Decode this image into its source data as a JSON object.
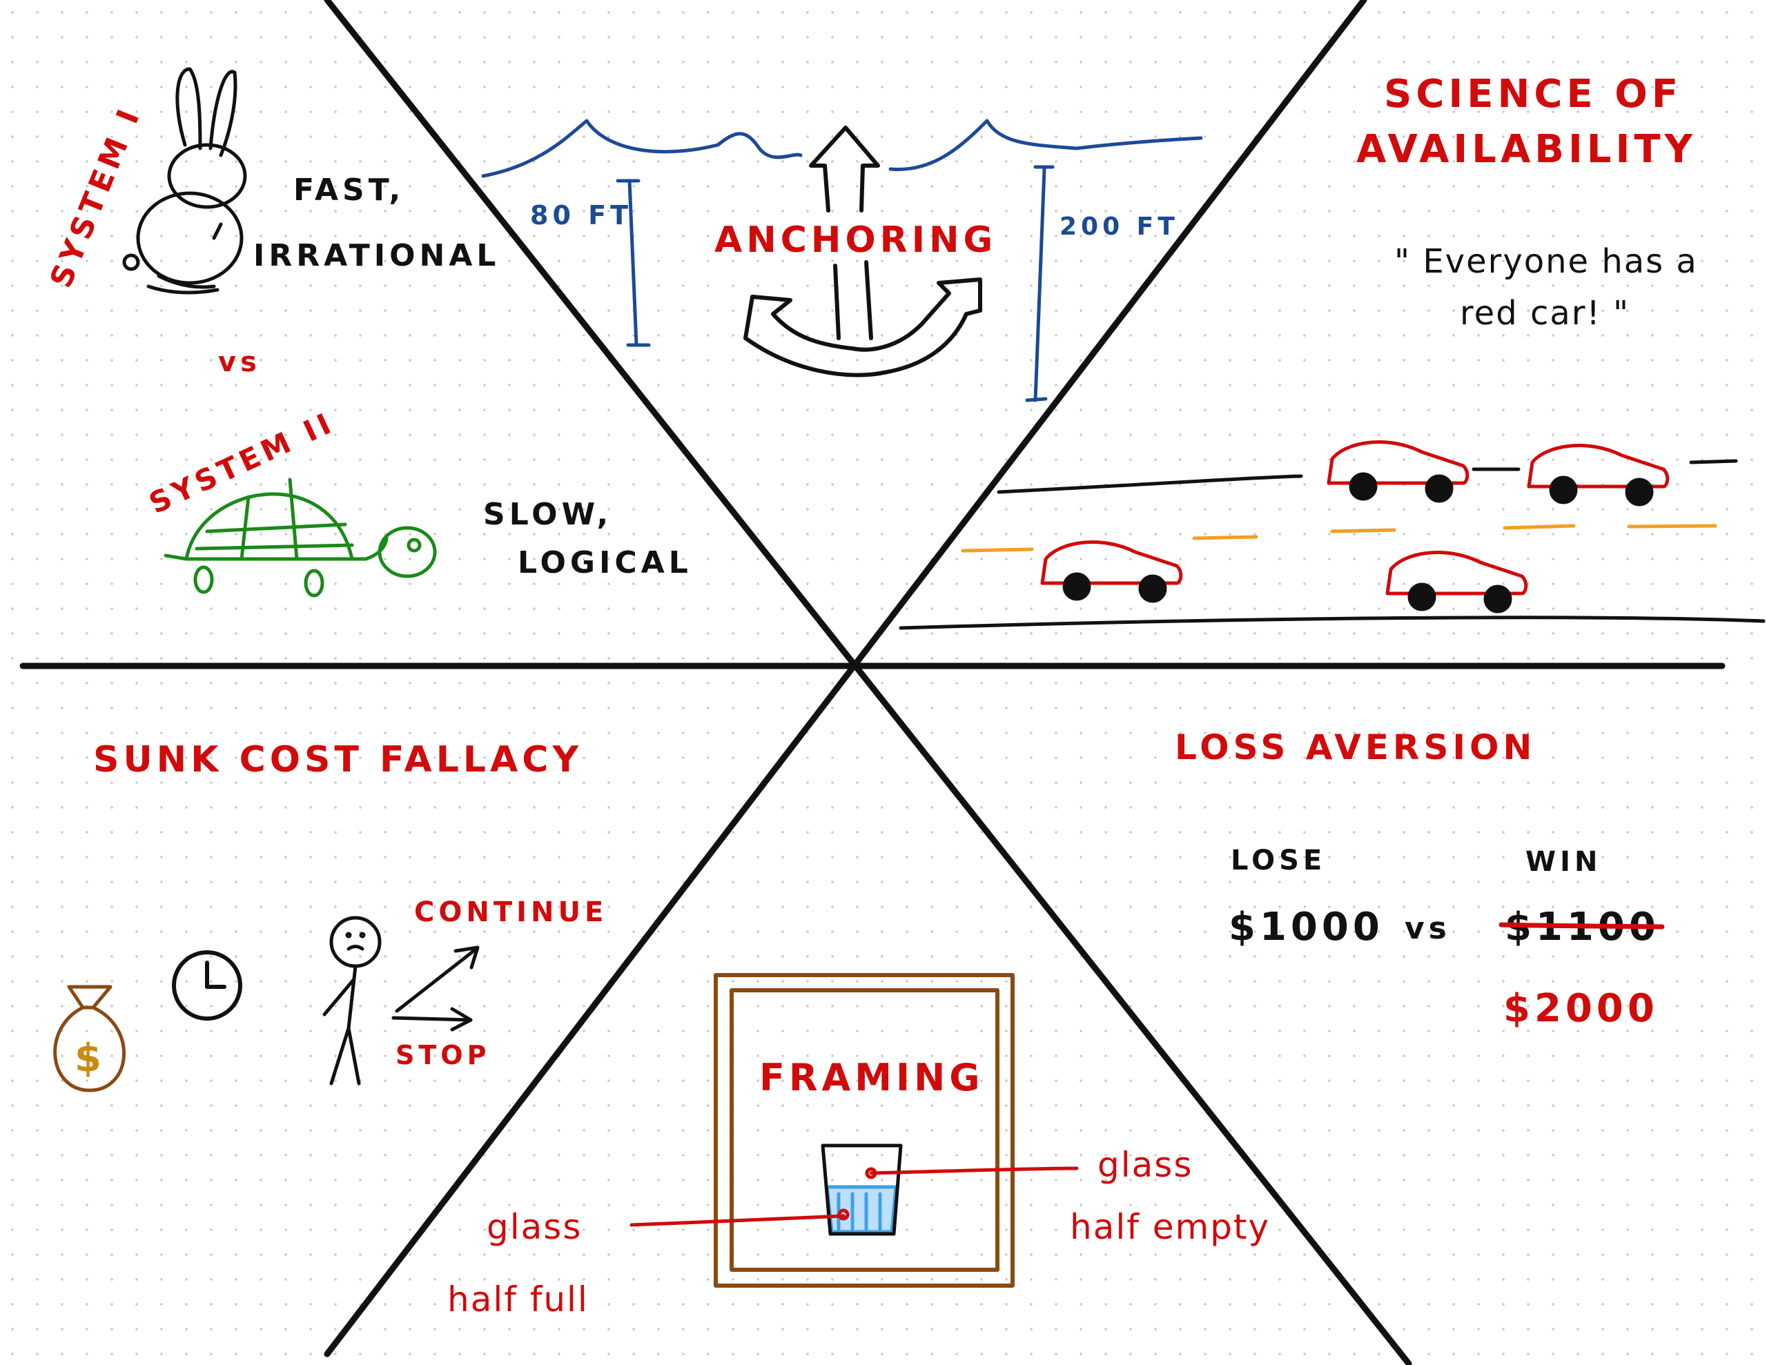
{
  "colors": {
    "red": "#d10a0a",
    "black": "#111111",
    "blue": "#1b4a96",
    "green": "#1a8a1a",
    "orange": "#f0a020",
    "brown": "#8a4a12",
    "light_blue": "#3fa0e8",
    "gold": "#c88a10"
  },
  "system_panel": {
    "system1_label": "SYSTEM I",
    "system1_desc_line1": "FAST,",
    "system1_desc_line2": "IRRATIONAL",
    "vs": "vs",
    "system2_label": "SYSTEM II",
    "system2_desc_line1": "SLOW,",
    "system2_desc_line2": "LOGICAL"
  },
  "anchoring_panel": {
    "title": "ANCHORING",
    "depth_left": "80 FT",
    "depth_right": "200 FT"
  },
  "availability_panel": {
    "title_line1": "SCIENCE OF",
    "title_line2": "AVAILABILITY",
    "quote_line1": "\" Everyone has a",
    "quote_line2": "red car! \""
  },
  "sunk_cost_panel": {
    "title": "SUNK COST FALLACY",
    "continue_label": "CONTINUE",
    "stop_label": "STOP",
    "money_symbol": "$"
  },
  "framing_panel": {
    "title": "FRAMING",
    "left_label_line1": "glass",
    "left_label_line2": "half full",
    "right_label_line1": "glass",
    "right_label_line2": "half empty"
  },
  "loss_aversion_panel": {
    "title": "LOSS AVERSION",
    "lose_label": "LOSE",
    "win_label": "WIN",
    "lose_amount": "$1000",
    "vs": "vs",
    "win_amount_crossed": "$1100",
    "win_amount": "$2000"
  }
}
